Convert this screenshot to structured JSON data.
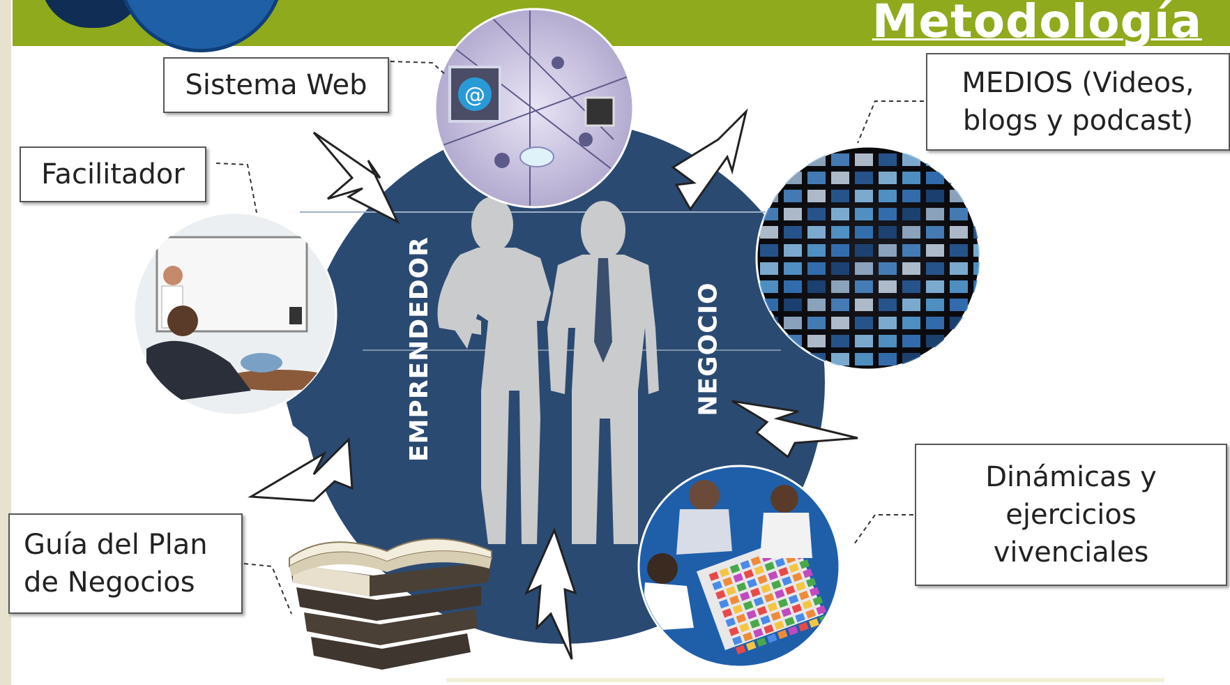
{
  "header": {
    "title": "Metodología"
  },
  "center": {
    "left_label": "EMPRENDEDOR",
    "right_label": "NEGOCIO"
  },
  "boxes": {
    "sistema_web": "Sistema Web",
    "facilitador": "Facilitador",
    "medios": "MEDIOS (Videos, blogs y podcast)",
    "dinamicas": "Dinámicas y ejercicios vivenciales",
    "guia": "Guía del  Plan de Negocios"
  },
  "colors": {
    "header_green": "#8faa1c",
    "gear_navy": "#2b4a72",
    "silhouette_gray": "#c9cbcd"
  },
  "icons": [
    "globe-web-icon",
    "presentation-icon",
    "tv-wall-icon",
    "group-workshop-icon",
    "books-icon",
    "arrow-icon"
  ]
}
